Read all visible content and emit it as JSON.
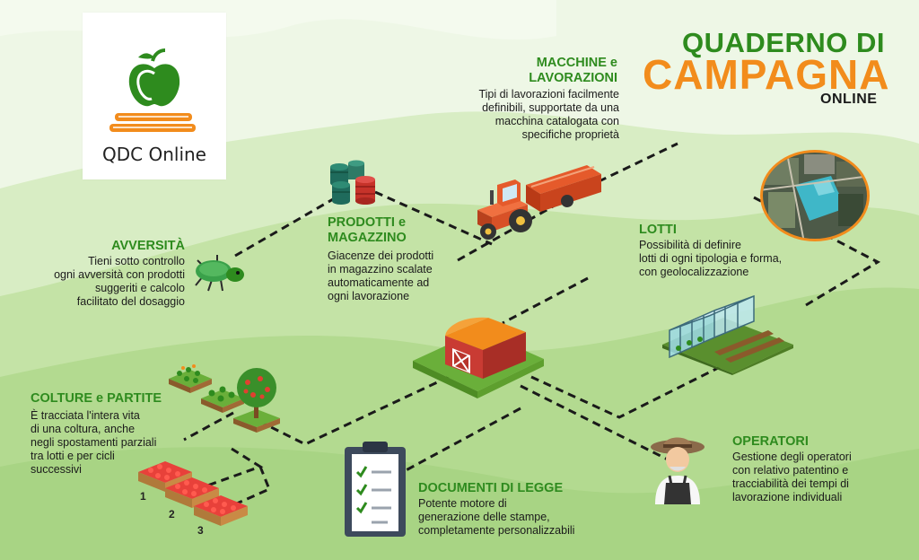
{
  "brand": {
    "logo_text": "QDC Online"
  },
  "title": {
    "line1": "QUADERNO DI",
    "line2": "CAMPAGNA",
    "line3": "ONLINE"
  },
  "sections": {
    "macchine": {
      "title_line1": "MACCHINE e",
      "title_line2": "LAVORAZIONI",
      "desc": [
        "Tipi di lavorazioni facilmente",
        "definibili, supportate da una",
        "macchina catalogata con",
        "specifiche proprietà"
      ]
    },
    "prodotti": {
      "title_line1": "PRODOTTI e",
      "title_line2": "MAGAZZINO",
      "desc": [
        "Giacenze dei prodotti",
        "in magazzino scalate",
        "automaticamente ad",
        "ogni lavorazione"
      ]
    },
    "avversita": {
      "title": "AVVERSITÀ",
      "desc": [
        "Tieni sotto controllo",
        "ogni avversità con prodotti",
        "suggeriti e calcolo",
        "facilitato del dosaggio"
      ]
    },
    "lotti": {
      "title": "LOTTI",
      "desc": [
        "Possibilità di definire",
        "lotti di ogni tipologia e forma,",
        "con geolocalizzazione"
      ]
    },
    "colture": {
      "title": "COLTURE e PARTITE",
      "desc": [
        "È tracciata l'intera vita",
        "di una coltura, anche",
        "negli spostamenti parziali",
        "tra lotti e per cicli",
        "successivi"
      ]
    },
    "operatori": {
      "title": "OPERATORI",
      "desc": [
        "Gestione degli operatori",
        "con relativo patentino e",
        "tracciabilità dei tempi di",
        "lavorazione individuali"
      ]
    },
    "documenti": {
      "title": "DOCUMENTI DI LEGGE",
      "desc": [
        "Potente motore di",
        "generazione delle stampe,",
        "completamente personalizzabili"
      ]
    }
  },
  "crate_numbers": [
    "1",
    "2",
    "3"
  ],
  "colors": {
    "green": "#2e8b1e",
    "orange": "#f28c1c",
    "bg_light": "#eef7e6",
    "bg_mid": "#cfe7b6",
    "bg_dark": "#a9d68b"
  }
}
